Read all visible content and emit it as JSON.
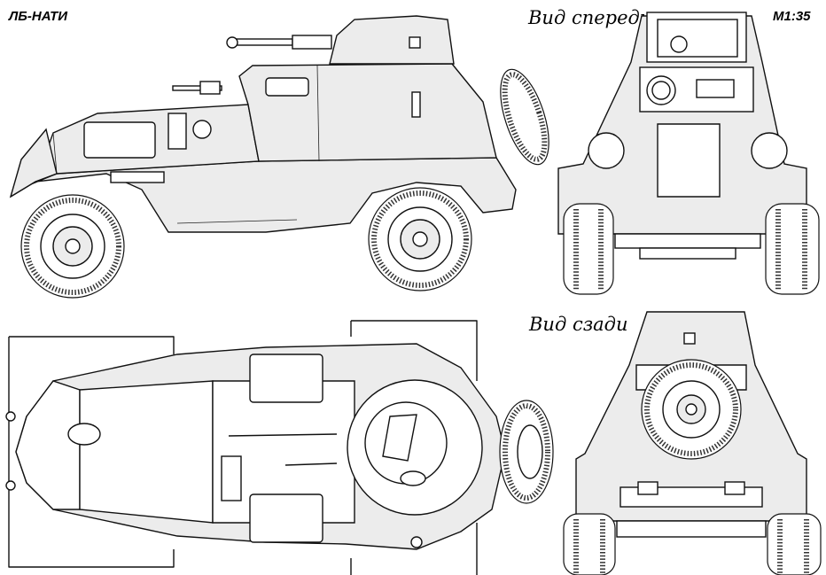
{
  "labels": {
    "title": "ЛБ-НАТИ",
    "front_view": "Вид спереди",
    "scale": "M1:35",
    "rear_view": "Вид сзади"
  }
}
